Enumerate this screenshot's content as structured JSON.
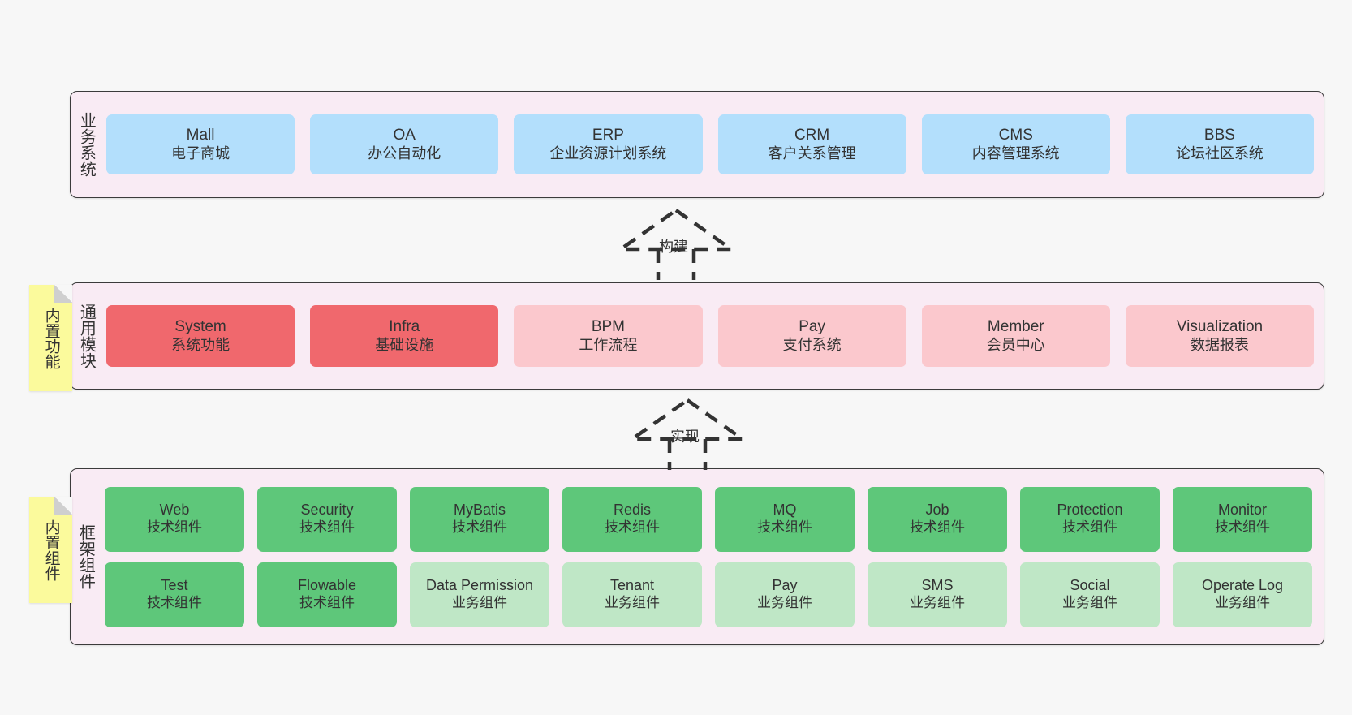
{
  "diagram": {
    "background_color": "#f7f7f7",
    "layer_fill": "#f9ebf4",
    "layer_border": "#3b3b3b",
    "colors": {
      "business_node": "#b3dffc",
      "module_active": "#f0686d",
      "module_planned": "#fbc8cd",
      "tech_component": "#5ec77a",
      "biz_component": "#bfe7c6",
      "sticky": "#fbfa9c"
    }
  },
  "layers": {
    "business": {
      "title": "业务系统",
      "rows": [
        [
          {
            "en": "Mall",
            "cn": "电子商城",
            "color": "c-blue"
          },
          {
            "en": "OA",
            "cn": "办公自动化",
            "color": "c-blue"
          },
          {
            "en": "ERP",
            "cn": "企业资源计划系统",
            "color": "c-blue"
          },
          {
            "en": "CRM",
            "cn": "客户关系管理",
            "color": "c-blue"
          },
          {
            "en": "CMS",
            "cn": "内容管理系统",
            "color": "c-blue"
          },
          {
            "en": "BBS",
            "cn": "论坛社区系统",
            "color": "c-blue"
          }
        ]
      ]
    },
    "common": {
      "title": "通用模块",
      "sticky": "内置功能",
      "rows": [
        [
          {
            "en": "System",
            "cn": "系统功能",
            "color": "c-red"
          },
          {
            "en": "Infra",
            "cn": "基础设施",
            "color": "c-red"
          },
          {
            "en": "BPM",
            "cn": "工作流程",
            "color": "c-pink"
          },
          {
            "en": "Pay",
            "cn": "支付系统",
            "color": "c-pink"
          },
          {
            "en": "Member",
            "cn": "会员中心",
            "color": "c-pink"
          },
          {
            "en": "Visualization",
            "cn": "数据报表",
            "color": "c-pink"
          }
        ]
      ]
    },
    "framework": {
      "title": "框架组件",
      "sticky": "内置组件",
      "rows": [
        [
          {
            "en": "Web",
            "cn": "技术组件",
            "color": "c-green"
          },
          {
            "en": "Security",
            "cn": "技术组件",
            "color": "c-green"
          },
          {
            "en": "MyBatis",
            "cn": "技术组件",
            "color": "c-green"
          },
          {
            "en": "Redis",
            "cn": "技术组件",
            "color": "c-green"
          },
          {
            "en": "MQ",
            "cn": "技术组件",
            "color": "c-green"
          },
          {
            "en": "Job",
            "cn": "技术组件",
            "color": "c-green"
          },
          {
            "en": "Protection",
            "cn": "技术组件",
            "color": "c-green"
          },
          {
            "en": "Monitor",
            "cn": "技术组件",
            "color": "c-green"
          }
        ],
        [
          {
            "en": "Test",
            "cn": "技术组件",
            "color": "c-green"
          },
          {
            "en": "Flowable",
            "cn": "技术组件",
            "color": "c-green"
          },
          {
            "en": "Data Permission",
            "cn": "业务组件",
            "color": "c-lightgreen"
          },
          {
            "en": "Tenant",
            "cn": "业务组件",
            "color": "c-lightgreen"
          },
          {
            "en": "Pay",
            "cn": "业务组件",
            "color": "c-lightgreen"
          },
          {
            "en": "SMS",
            "cn": "业务组件",
            "color": "c-lightgreen"
          },
          {
            "en": "Social",
            "cn": "业务组件",
            "color": "c-lightgreen"
          },
          {
            "en": "Operate Log",
            "cn": "业务组件",
            "color": "c-lightgreen"
          }
        ]
      ]
    }
  },
  "connectors": [
    {
      "id": "build",
      "label": "构建",
      "style": "dashed-hollow-arrow",
      "from": "common",
      "to": "business"
    },
    {
      "id": "impl",
      "label": "实现",
      "style": "dashed-hollow-arrow",
      "from": "framework",
      "to": "common"
    }
  ]
}
